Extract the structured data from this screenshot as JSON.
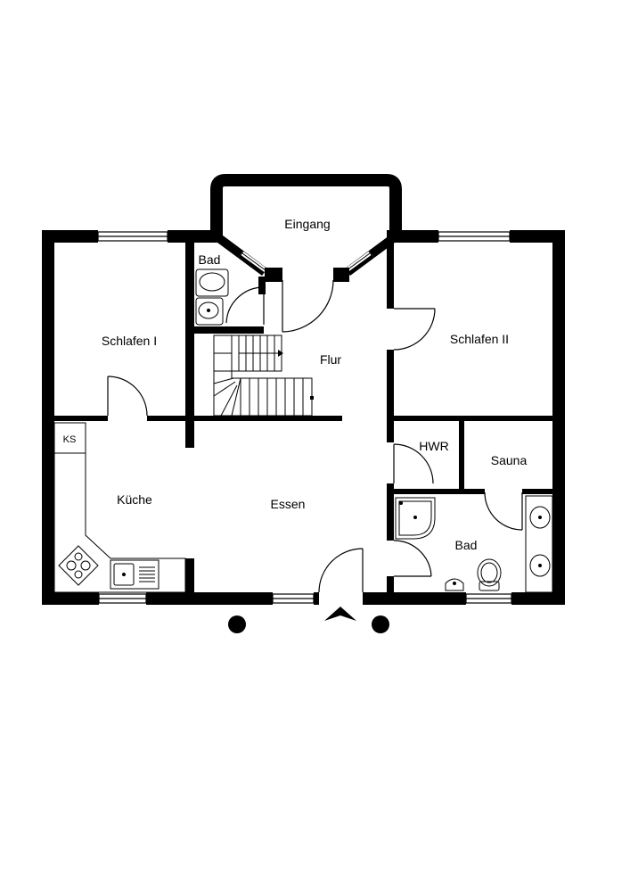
{
  "rooms": {
    "eingang": "Eingang",
    "bad_small": "Bad",
    "schlafen_1": "Schlafen I",
    "schlafen_2": "Schlafen II",
    "flur": "Flur",
    "kueche": "Küche",
    "essen": "Essen",
    "hwr": "HWR",
    "sauna": "Sauna",
    "bad_large": "Bad"
  },
  "fixtures": {
    "ks": "KS"
  },
  "colors": {
    "wall": "#000000",
    "background": "#ffffff"
  }
}
